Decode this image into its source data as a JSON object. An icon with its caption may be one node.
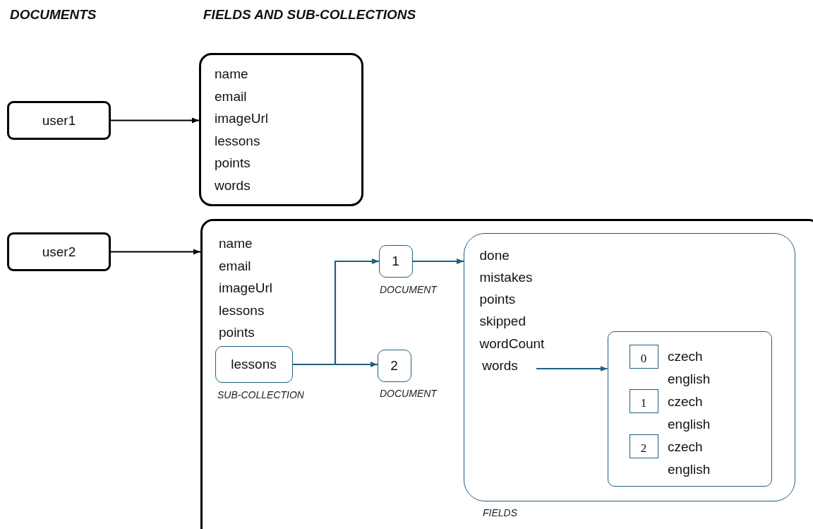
{
  "diagram": {
    "nodes": [
      {
        "text": [
          "user1"
        ]
      },
      {
        "text": [
          "name",
          "email",
          "imageUrl",
          "lessons",
          "points",
          "words"
        ]
      },
      {
        "text": [
          "user2"
        ]
      },
      {
        "text": [
          "name",
          "email",
          "imageUrl",
          "lessons",
          "points"
        ]
      },
      {
        "text": [
          "lessons"
        ],
        "in": 3,
        "beside": [
          "SUB-COLLECTION"
        ]
      },
      {
        "text": [
          "1"
        ],
        "in": 3,
        "beside": [
          "DOCUMENT"
        ]
      },
      {
        "text": [
          "2"
        ],
        "in": 3,
        "beside": [
          "DOCUMENT"
        ]
      },
      {
        "text": [
          "done",
          "mistakes",
          "points",
          "skipped",
          "wordCount"
        ],
        "in": 3,
        "beside": [
          "FIELDS"
        ]
      },
      {
        "text": [
          "words"
        ],
        "in": 7
      },
      {
        "text": [
          "czech",
          "english",
          "czech",
          "english",
          "czech",
          "english"
        ],
        "in": 7
      },
      {
        "text": [
          "0"
        ],
        "in": 9
      },
      {
        "text": [
          "1"
        ],
        "in": 9
      },
      {
        "text": [
          "2"
        ],
        "in": 9
      }
    ],
    "edges": [
      {
        "from": 0,
        "to": 1,
        "arrow": "to",
        "color": "#000000"
      },
      {
        "from": 2,
        "to": 3,
        "arrow": "to",
        "color": "#000000"
      },
      {
        "from": 4,
        "to": 5,
        "arrow": "to"
      },
      {
        "from": 4,
        "to": 6,
        "arrow": "to"
      },
      {
        "from": 5,
        "to": 7,
        "arrow": "to"
      },
      {
        "from": null,
        "to": 9,
        "arrow": "to"
      }
    ],
    "labels": [
      "DOCUMENTS",
      "FIELDS AND SUB-COLLECTIONS"
    ]
  }
}
